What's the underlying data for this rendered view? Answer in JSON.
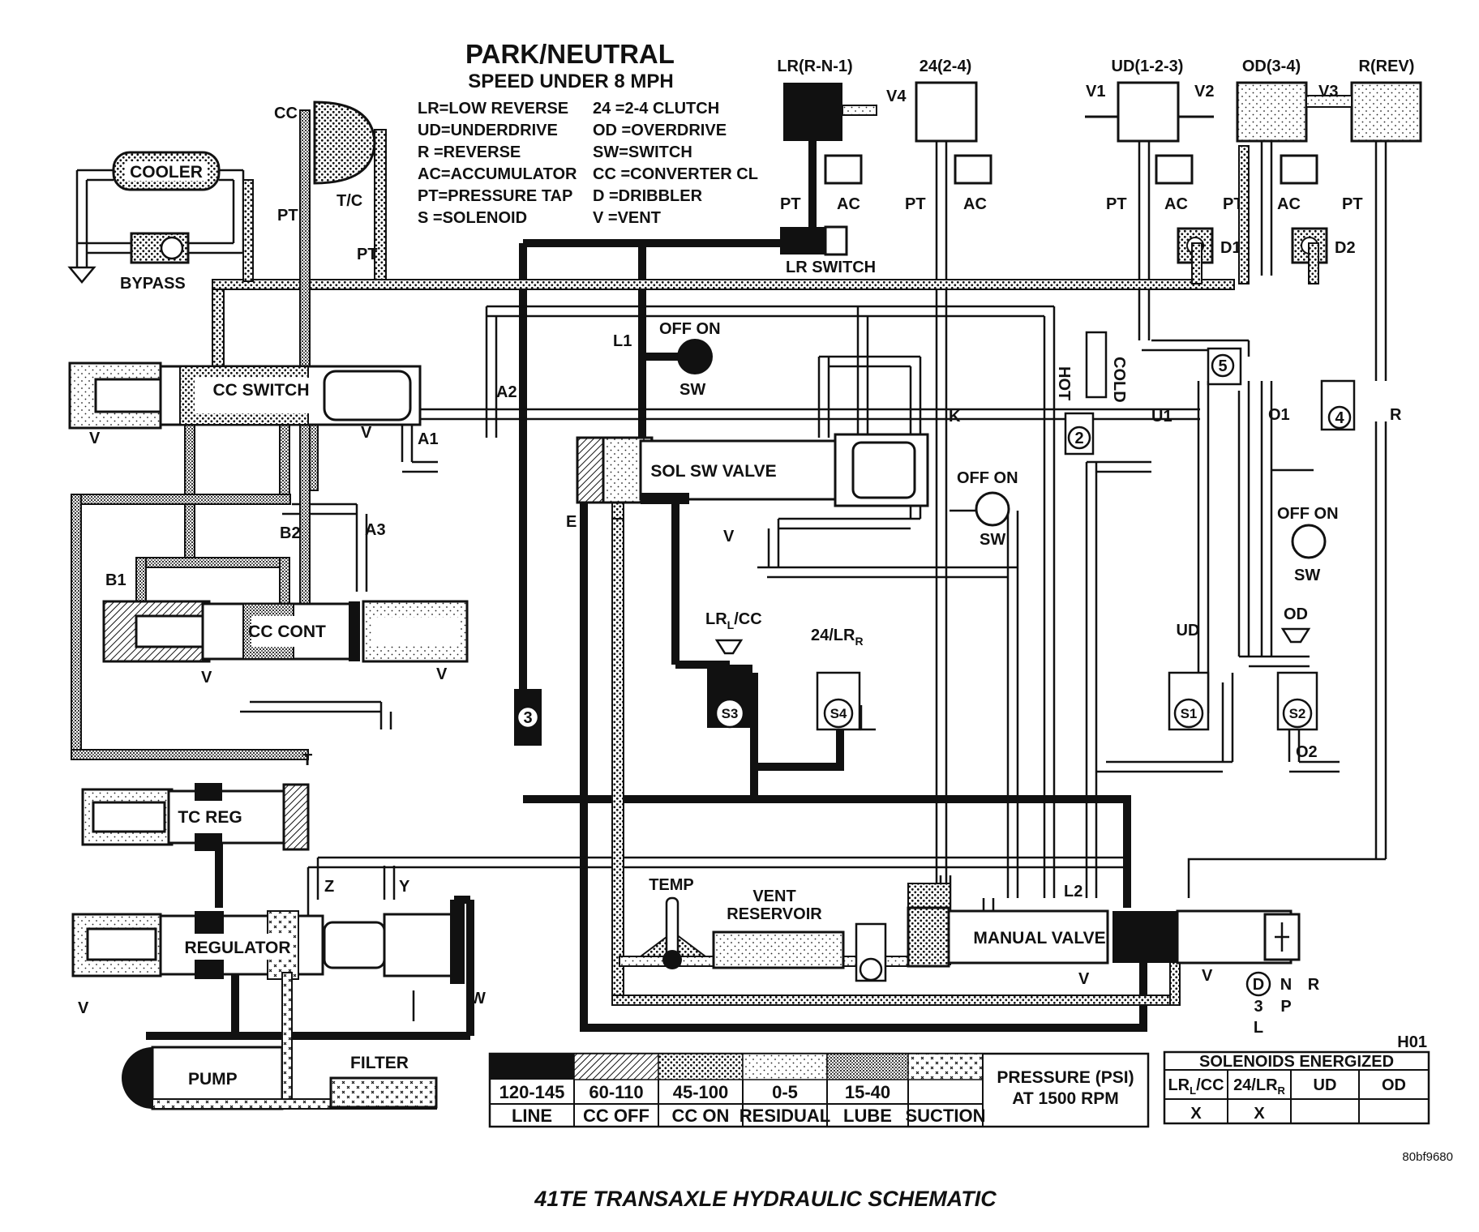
{
  "header": {
    "title": "PARK/NEUTRAL",
    "subtitle": "SPEED UNDER 8 MPH"
  },
  "abbreviations_left": [
    "LR=LOW REVERSE",
    "UD=UNDERDRIVE",
    "R  =REVERSE",
    "AC=ACCUMULATOR",
    "PT=PRESSURE TAP",
    "S  =SOLENOID"
  ],
  "abbreviations_right": [
    "24 =2-4 CLUTCH",
    "OD =OVERDRIVE",
    "SW=SWITCH",
    "CC =CONVERTER CL",
    "D  =DRIBBLER",
    "V  =VENT"
  ],
  "clutches": {
    "lr": "LR(R-N-1)",
    "c24": "24(2-4)",
    "ud": "UD(1-2-3)",
    "od": "OD(3-4)",
    "rev": "R(REV)"
  },
  "components": {
    "cooler": "COOLER",
    "bypass": "BYPASS",
    "cc": "CC",
    "tc": "T/C",
    "cc_switch": "CC SWITCH",
    "cc_cont": "CC CONT",
    "tc_reg": "TC REG",
    "regulator": "REGULATOR",
    "pump": "PUMP",
    "filter": "FILTER",
    "sol_sw_valve": "SOL SW VALVE",
    "lr_switch": "LR SWITCH",
    "manual_valve": "MANUAL VALVE",
    "temp": "TEMP",
    "vent_reservoir_1": "VENT",
    "vent_reservoir_2": "RESERVOIR",
    "hot": "HOT",
    "cold": "COLD",
    "lrcc_solenoid": "LR",
    "lrcc_sub": "L",
    "lrcc_tail": "/CC",
    "s24_solenoid": "24/LR",
    "s24_sub": "R",
    "ud_solenoid": "UD",
    "od_solenoid": "OD",
    "s1": "S1",
    "s2": "S2",
    "s3": "S3",
    "s4": "S4"
  },
  "switch_text": {
    "off_on": "OFF ON",
    "sw": "SW"
  },
  "tags": {
    "pt": "PT",
    "ac": "AC",
    "v": "V",
    "v1": "V1",
    "v2": "V2",
    "v3": "V3",
    "v4": "V4",
    "d1": "D1",
    "d2": "D2",
    "a1": "A1",
    "a2": "A2",
    "a3": "A3",
    "b1": "B1",
    "b2": "B2",
    "l1": "L1",
    "l2": "L2",
    "u1": "U1",
    "o1": "O1",
    "o2": "O2",
    "e": "E",
    "k": "K",
    "r": "R",
    "t": "T",
    "w": "W",
    "y": "Y",
    "z": "Z",
    "n1": "2",
    "n2": "3",
    "n3": "4",
    "n4": "5"
  },
  "gear_positions": {
    "d": "D",
    "three": "3",
    "l": "L",
    "n": "N",
    "p": "P",
    "r": "R"
  },
  "legend": {
    "items": [
      {
        "range": "120-145",
        "name": "LINE",
        "pattern": "solid"
      },
      {
        "range": "60-110",
        "name": "CC OFF",
        "pattern": "hatch"
      },
      {
        "range": "45-100",
        "name": "CC ON",
        "pattern": "dense"
      },
      {
        "range": "0-5",
        "name": "RESIDUAL",
        "pattern": "sparse"
      },
      {
        "range": "15-40",
        "name": "LUBE",
        "pattern": "lube"
      },
      {
        "range": "",
        "name": "SUCTION",
        "pattern": "cross"
      }
    ],
    "pressure_title": "PRESSURE (PSI)",
    "pressure_sub": "AT 1500 RPM"
  },
  "solenoids_table": {
    "code": "H01",
    "title": "SOLENOIDS ENERGIZED",
    "col_lrcc": "LR",
    "col_lrcc_sub": "L",
    "col_lrcc_tail": "/CC",
    "col_24": "24/LR",
    "col_24_sub": "R",
    "col_ud": "UD",
    "col_od": "OD",
    "row": [
      "X",
      "X",
      "",
      ""
    ]
  },
  "figure_code": "80bf9680",
  "caption": "41TE TRANSAXLE HYDRAULIC SCHEMATIC",
  "colors": {
    "ink": "#111111",
    "paper": "#ffffff"
  }
}
